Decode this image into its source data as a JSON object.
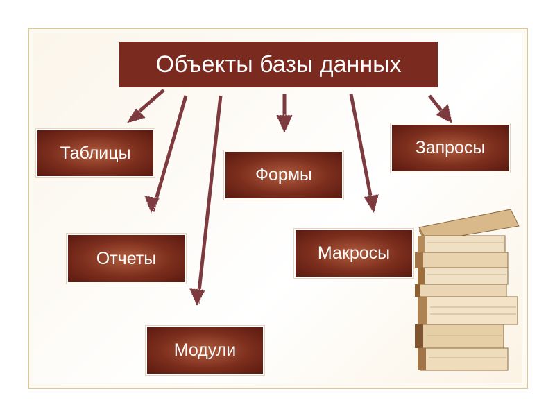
{
  "title": "Объекты базы данных",
  "items": {
    "tables": "Таблицы",
    "reports": "Отчеты",
    "modules": "Модули",
    "forms": "Формы",
    "macros": "Макросы",
    "queries": "Запросы"
  },
  "colors": {
    "box": "#7a2a1e",
    "arrow": "#7d3a3f",
    "frame": "#d8c7a4"
  }
}
